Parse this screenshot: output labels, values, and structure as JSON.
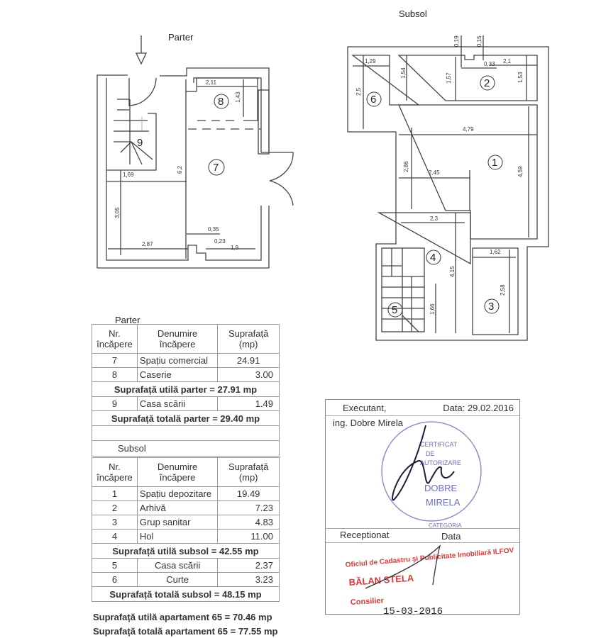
{
  "plans": {
    "parter": {
      "title": "Parter",
      "rooms": [
        "7",
        "8",
        "9"
      ],
      "dims": [
        "2,11",
        "1,43",
        "6,2",
        "1,69",
        "3,05",
        "0,35",
        "0,23",
        "2,87",
        "1,9"
      ]
    },
    "subsol": {
      "title": "Subsol",
      "rooms": [
        "1",
        "2",
        "3",
        "4",
        "5",
        "6"
      ],
      "dims": [
        "0,19",
        "0,15",
        "0,33",
        "2,1",
        "1,29",
        "1,54",
        "1,57",
        "1,53",
        "2,5",
        "4,79",
        "2,86",
        "2,45",
        "4,59",
        "2,3",
        "4,15",
        "1,62",
        "2,58",
        "1,66"
      ]
    }
  },
  "parter_table": {
    "title": "Parter",
    "headers": [
      "Nr. încăpere",
      "Denumire încăpere",
      "Suprafață (mp)"
    ],
    "rows": [
      {
        "nr": "7",
        "name": "Spațiu comercial",
        "area": "24.91"
      },
      {
        "nr": "8",
        "name": "Caserie",
        "area": "3.00"
      }
    ],
    "useful_total": "Suprafață utilă parter = 27.91 mp",
    "extra_rows": [
      {
        "nr": "9",
        "name": "Casa scării",
        "area": "1.49"
      }
    ],
    "grand_total": "Suprafață totală parter = 29.40 mp"
  },
  "subsol_table": {
    "title": "Subsol",
    "headers": [
      "Nr. încăpere",
      "Denumire încăpere",
      "Suprafață (mp)"
    ],
    "rows": [
      {
        "nr": "1",
        "name": "Spațiu depozitare",
        "area": "19.49"
      },
      {
        "nr": "2",
        "name": "Arhivă",
        "area": "7.23"
      },
      {
        "nr": "3",
        "name": "Grup sanitar",
        "area": "4.83"
      },
      {
        "nr": "4",
        "name": "Hol",
        "area": "11.00"
      }
    ],
    "useful_total": "Suprafață utilă subsol = 42.55 mp",
    "extra_rows": [
      {
        "nr": "5",
        "name": "Casa scării",
        "area": "2.37"
      },
      {
        "nr": "6",
        "name": "Curte",
        "area": "3.23"
      }
    ],
    "grand_total": "Suprafață totală subsol = 48.15 mp"
  },
  "apartment_totals": {
    "useful": "Suprafață utilă apartament 65 = 70.46 mp",
    "total": "Suprafață totală apartament 65 = 77.55 mp"
  },
  "signature_box": {
    "executant_label": "Executant,",
    "date_label": "Data: 29.02.2016",
    "engineer": "ing. Dobre Mirela",
    "stamp_lines": [
      "CERTIFICAT",
      "DE",
      "AUTORIZARE",
      "DOBRE",
      "MIRELA",
      "CATEGORIA"
    ],
    "received_label": "Receptionat",
    "received_date_label": "Data",
    "office_stamp": "Oficiul de Cadastru și Publicitate Imobiliară ILFOV",
    "officer_name": "BĂLAN STELA",
    "officer_role": "Consilier",
    "stamp_date": "15-03-2016",
    "colors": {
      "stamp_blue": "#6a6fb5",
      "stamp_red": "#d83a3a"
    }
  }
}
